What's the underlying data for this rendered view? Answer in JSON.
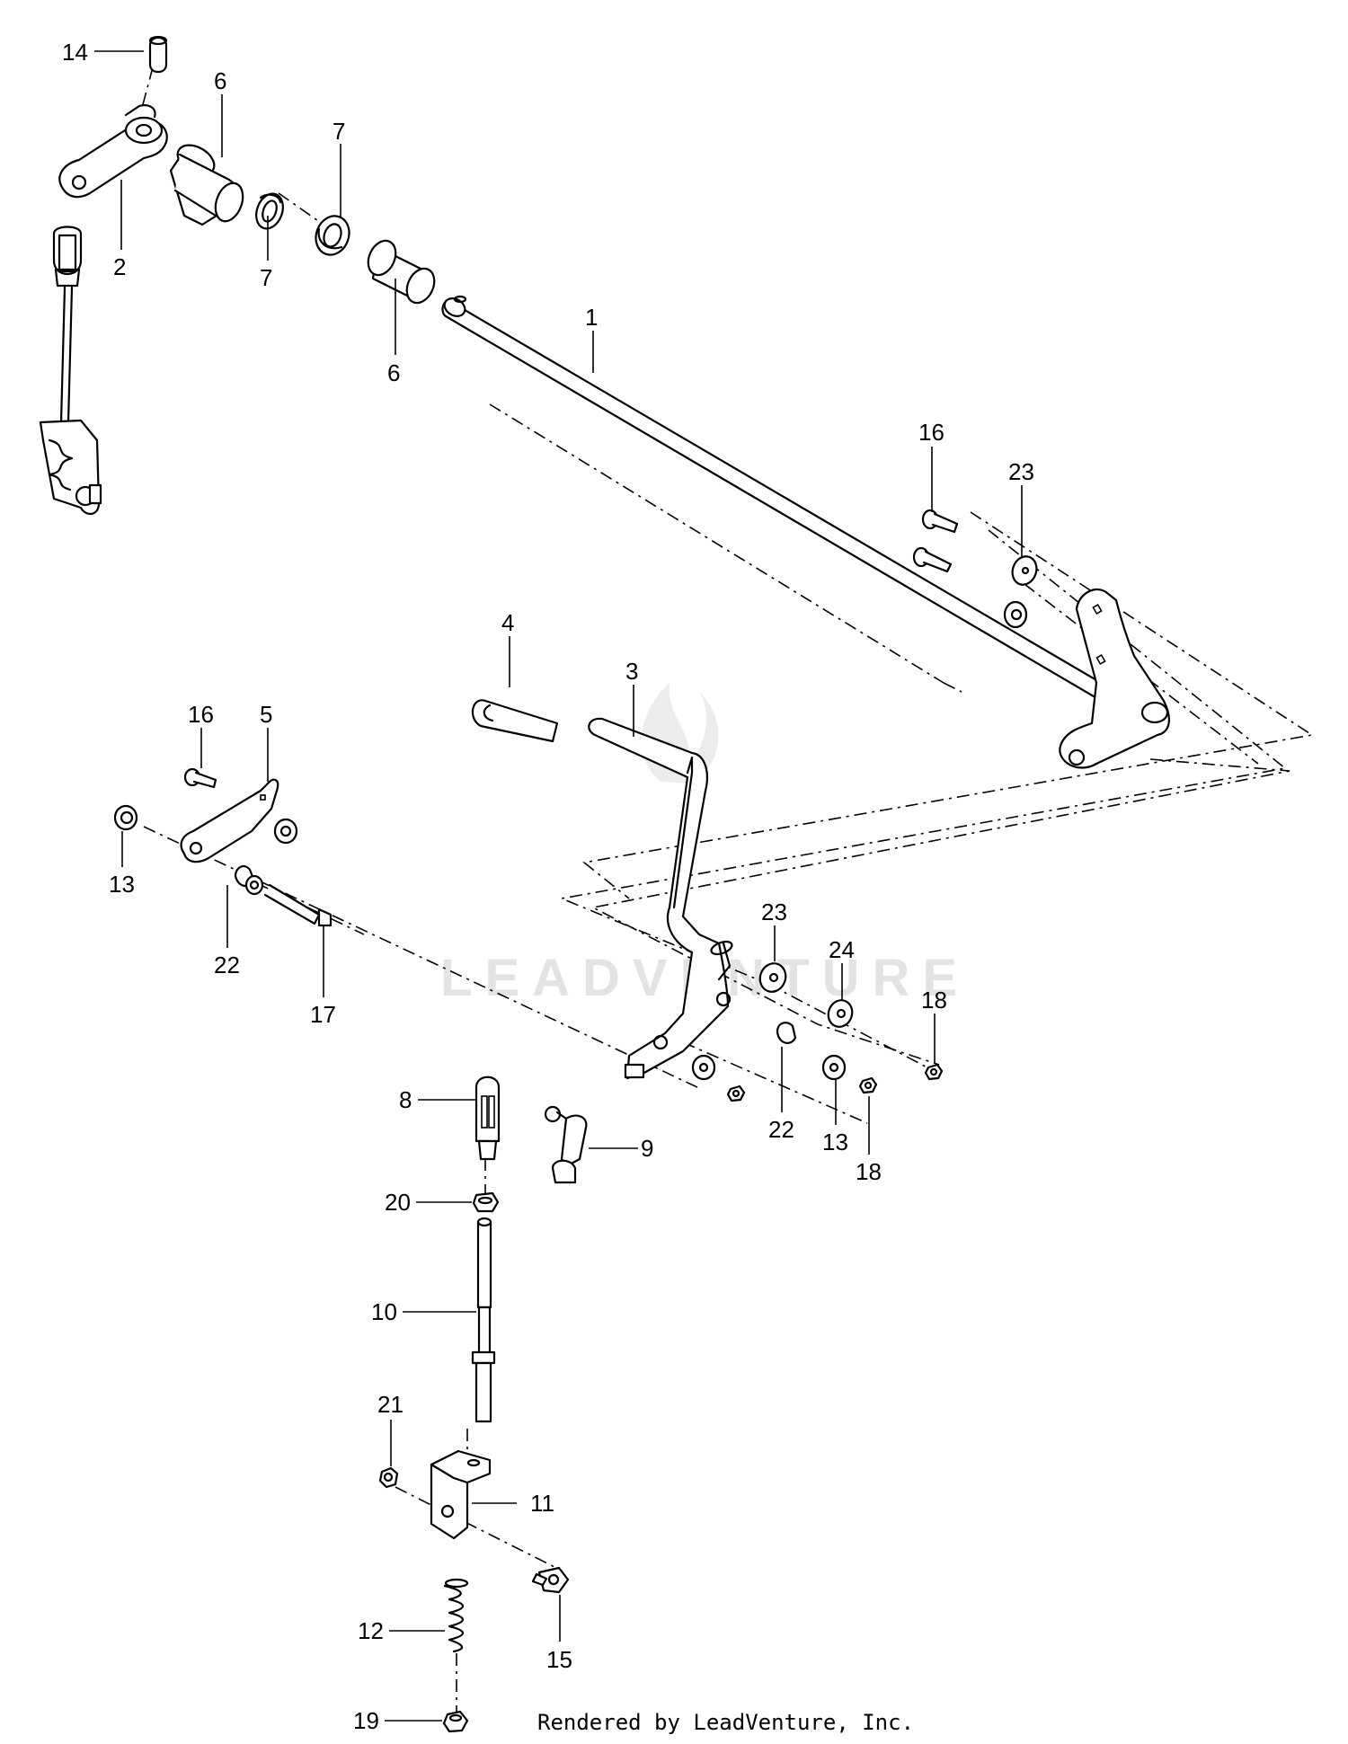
{
  "watermark": "LEADVENTURE",
  "footer": "Rendered by LeadVenture, Inc.",
  "callouts": {
    "c1": "1",
    "c2": "2",
    "c3": "3",
    "c4": "4",
    "c5": "5",
    "c6a": "6",
    "c6b": "6",
    "c7a": "7",
    "c7b": "7",
    "c8": "8",
    "c9": "9",
    "c10": "10",
    "c11": "11",
    "c12": "12",
    "c13a": "13",
    "c13b": "13",
    "c14": "14",
    "c15": "15",
    "c16a": "16",
    "c16b": "16",
    "c17": "17",
    "c18a": "18",
    "c18b": "18",
    "c19": "19",
    "c20": "20",
    "c21": "21",
    "c22a": "22",
    "c22b": "22",
    "c23a": "23",
    "c23b": "23",
    "c24": "24"
  }
}
